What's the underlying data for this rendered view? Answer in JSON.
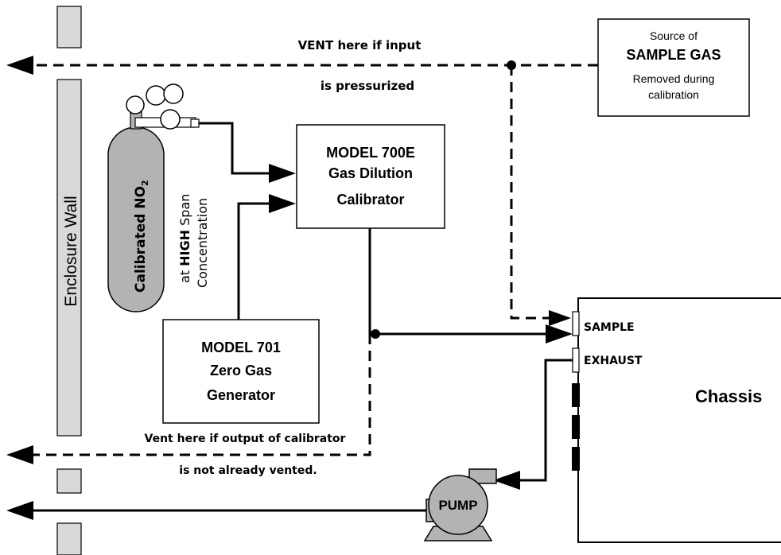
{
  "source_box": {
    "line1": "Source of",
    "line2": "SAMPLE GAS",
    "line3": "Removed during",
    "line4": "calibration"
  },
  "vent_top": {
    "line1_bold": "VENT",
    "line1_rest": " here if input",
    "line2": "is pressurized"
  },
  "enclosure": {
    "label": "Enclosure Wall"
  },
  "cylinder": {
    "label_main": "Calibrated NO",
    "label_sub": "2",
    "desc_prefix": "at ",
    "desc_bold": "HIGH",
    "desc_suffix": " Span",
    "desc_line2": "Concentration"
  },
  "calibrator": {
    "line1": "MODEL 700E",
    "line2": "Gas Dilution",
    "line3": "Calibrator"
  },
  "zero_gen": {
    "line1": "MODEL 701",
    "line2": "Zero Gas",
    "line3": "Generator"
  },
  "vent_bottom": {
    "line1": "Vent here if output of calibrator",
    "line2": "is not already vented."
  },
  "chassis": {
    "label": "Chassis",
    "sample_port": "SAMPLE",
    "exhaust_port": "EXHAUST"
  },
  "pump": {
    "label": "PUMP"
  },
  "colors": {
    "line": "#000000",
    "wall_fill": "#d9d9d9",
    "component_fill": "#b3b3b3"
  }
}
